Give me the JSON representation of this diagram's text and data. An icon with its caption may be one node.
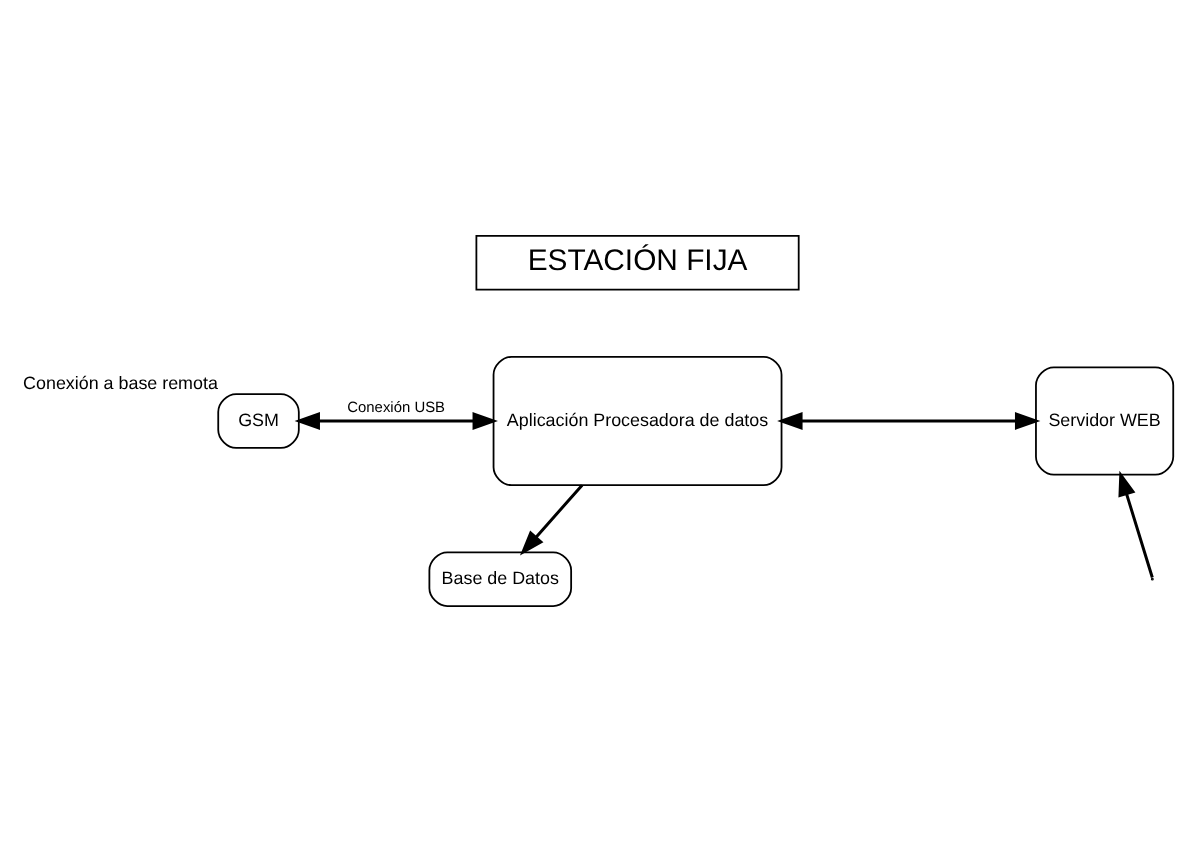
{
  "diagram": {
    "nodes": [
      {
        "text": [
          "ESTACIÓN FIJA"
        ]
      },
      {
        "text": [
          "GSM"
        ],
        "beside": [
          "Conexión a base remota"
        ]
      },
      {
        "text": [
          "Aplicación Procesadora de datos"
        ]
      },
      {
        "text": [
          "Servidor WEB"
        ]
      },
      {
        "text": [
          "Base de Datos"
        ]
      }
    ],
    "edges": [
      {
        "from": 1,
        "to": 2,
        "arrow": "both",
        "label": "Conexión USB"
      },
      {
        "from": 2,
        "to": 3,
        "arrow": "both"
      },
      {
        "from": 2,
        "to": 4,
        "arrow": "to"
      },
      {
        "from": null,
        "to": 3,
        "arrow": "to"
      }
    ]
  }
}
